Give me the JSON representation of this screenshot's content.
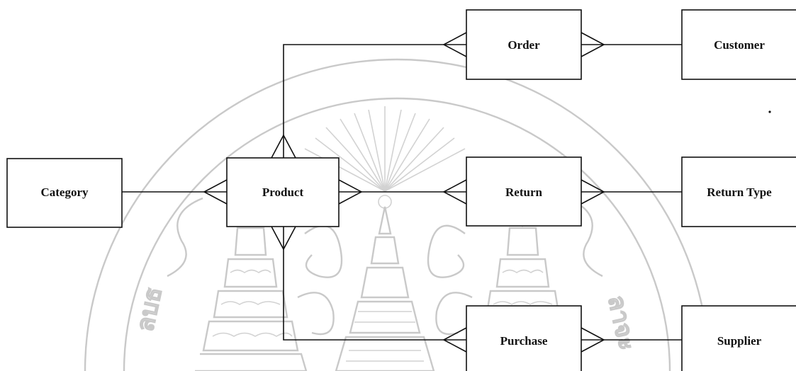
{
  "diagram": {
    "entities": {
      "order": {
        "label": "Order"
      },
      "customer": {
        "label": "Customer"
      },
      "category": {
        "label": "Category"
      },
      "product": {
        "label": "Product"
      },
      "return": {
        "label": "Return"
      },
      "return_type": {
        "label": "Return Type"
      },
      "purchase": {
        "label": "Purchase"
      },
      "supplier": {
        "label": "Supplier"
      }
    },
    "relationships": [
      {
        "from": "product",
        "to": "order",
        "from_end": "many",
        "to_end": "many"
      },
      {
        "from": "order",
        "to": "customer",
        "from_end": "many",
        "to_end": "one"
      },
      {
        "from": "category",
        "to": "product",
        "from_end": "one",
        "to_end": "many"
      },
      {
        "from": "product",
        "to": "return",
        "from_end": "many",
        "to_end": "many"
      },
      {
        "from": "return",
        "to": "return_type",
        "from_end": "many",
        "to_end": "one"
      },
      {
        "from": "product",
        "to": "purchase",
        "from_end": "many",
        "to_end": "many"
      },
      {
        "from": "purchase",
        "to": "supplier",
        "from_end": "many",
        "to_end": "one"
      }
    ]
  },
  "watermark": {
    "kind": "university-seal",
    "color": "#c9c9c9"
  }
}
